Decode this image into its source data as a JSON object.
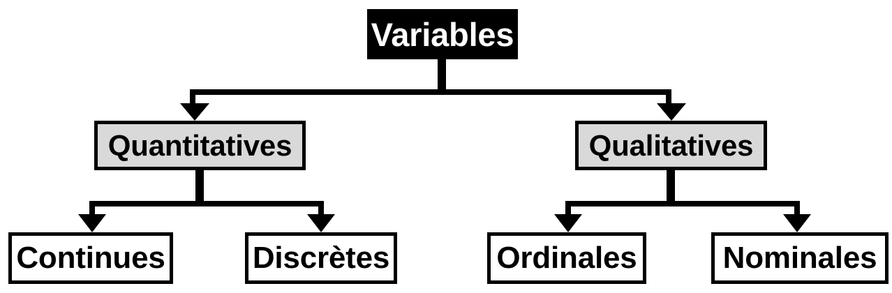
{
  "diagram": {
    "title": "Variables classification tree",
    "language": "fr",
    "colors": {
      "root_fill": "#000000",
      "root_text": "#ffffff",
      "level2_fill": "#d9d9d9",
      "level3_fill": "#ffffff",
      "border": "#000000",
      "connector": "#000000",
      "background": "#ffffff"
    },
    "nodes": {
      "root": {
        "label": "Variables"
      },
      "level2": [
        {
          "key": "quantitatives",
          "label": "Quantitatives"
        },
        {
          "key": "qualitatives",
          "label": "Qualitatives"
        }
      ],
      "level3": [
        {
          "key": "continues",
          "label": "Continues",
          "parent": "quantitatives"
        },
        {
          "key": "discretes",
          "label": "Discrètes",
          "parent": "quantitatives"
        },
        {
          "key": "ordinales",
          "label": "Ordinales",
          "parent": "qualitatives"
        },
        {
          "key": "nominales",
          "label": "Nominales",
          "parent": "qualitatives"
        }
      ]
    },
    "connectors": [
      {
        "from": "root",
        "to": "quantitatives",
        "style": "elbow-arrow"
      },
      {
        "from": "root",
        "to": "qualitatives",
        "style": "elbow-arrow"
      },
      {
        "from": "quantitatives",
        "to": "continues",
        "style": "elbow-arrow"
      },
      {
        "from": "quantitatives",
        "to": "discretes",
        "style": "elbow-arrow"
      },
      {
        "from": "qualitatives",
        "to": "ordinales",
        "style": "elbow-arrow"
      },
      {
        "from": "qualitatives",
        "to": "nominales",
        "style": "elbow-arrow"
      }
    ]
  }
}
